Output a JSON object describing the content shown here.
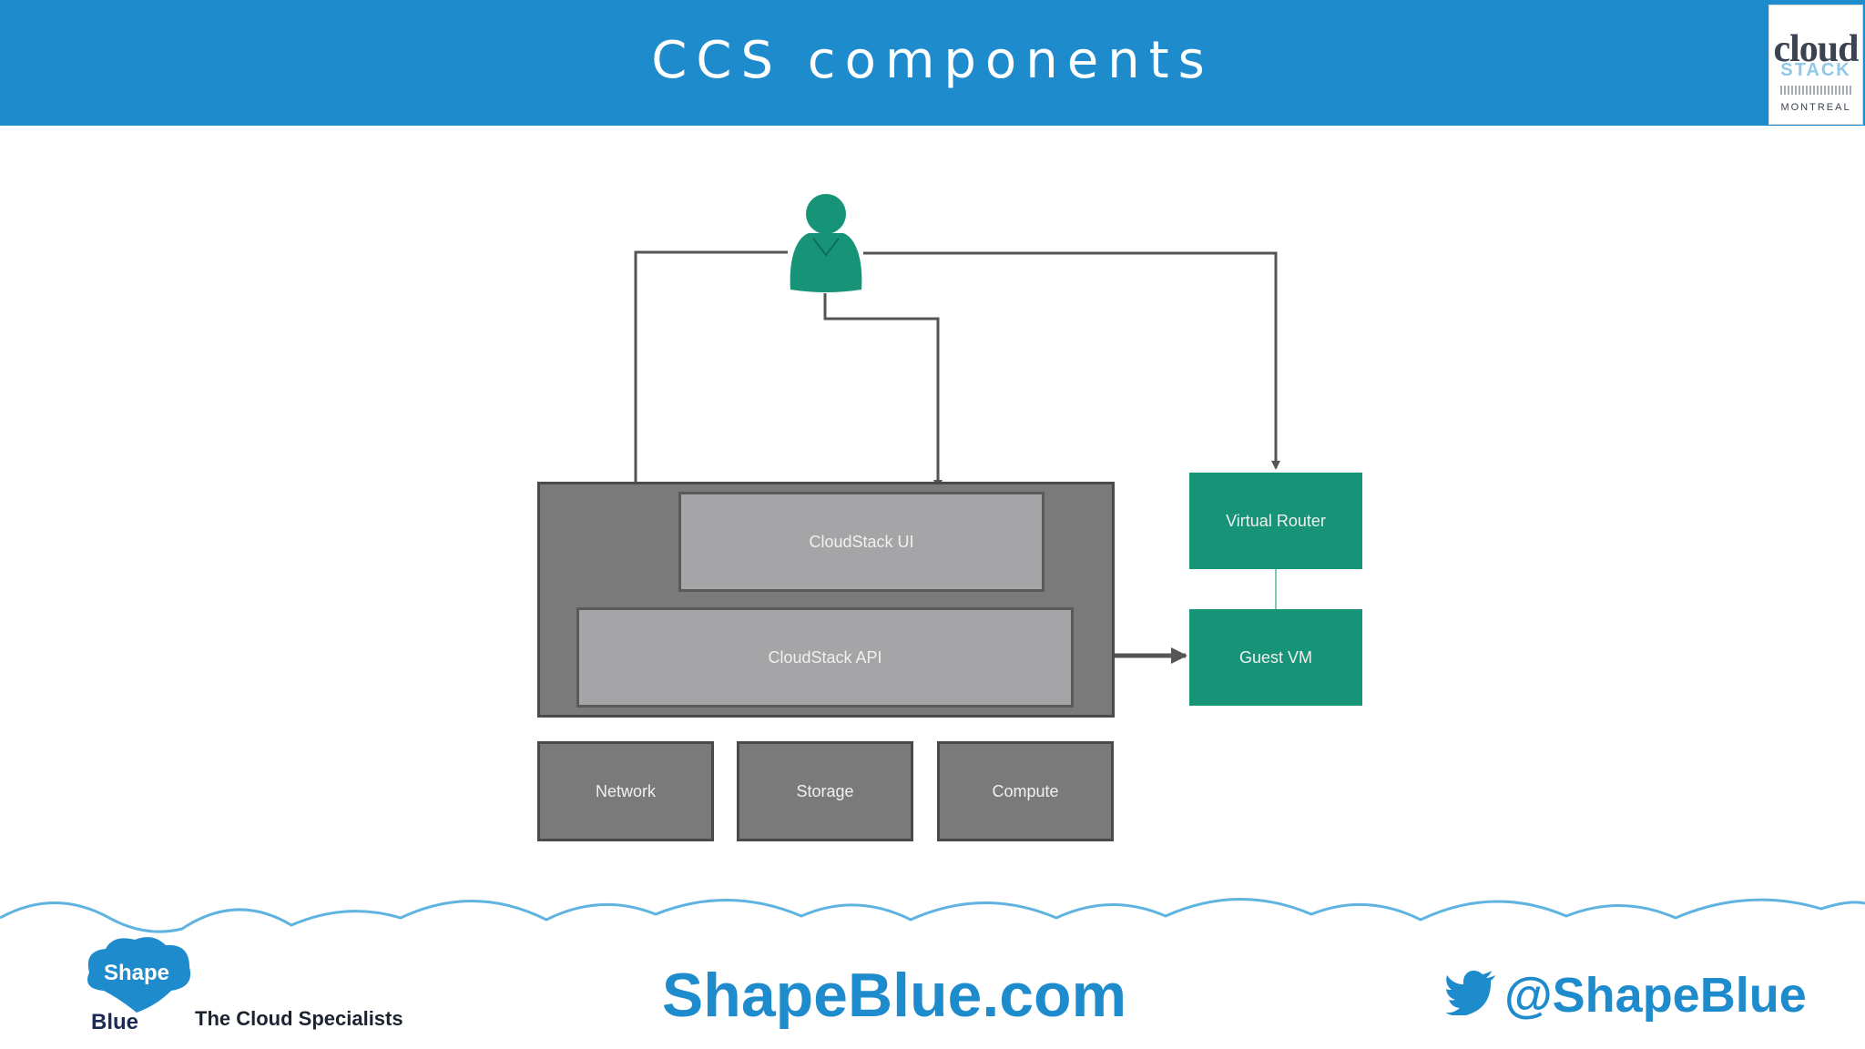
{
  "slide": {
    "title": "CCS components"
  },
  "conference_logo": {
    "line1": "cloud",
    "line2": "STACK",
    "line3": "MONTREAL"
  },
  "diagram": {
    "cloudstack_ui": "CloudStack UI",
    "cloudstack_api": "CloudStack API",
    "virtual_router": "Virtual Router",
    "guest_vm": "Guest VM",
    "network": "Network",
    "storage": "Storage",
    "compute": "Compute",
    "colors": {
      "green": "#179478",
      "outer_grey": "#7b7a7b",
      "inner_grey": "#a5a4a6",
      "user": "#179478"
    }
  },
  "footer": {
    "logo_top": "Shape",
    "logo_bottom": "Blue",
    "tagline": "The Cloud Specialists",
    "website": "ShapeBlue.com",
    "twitter_handle": "@ShapeBlue",
    "accent": "#1e8bcd"
  }
}
